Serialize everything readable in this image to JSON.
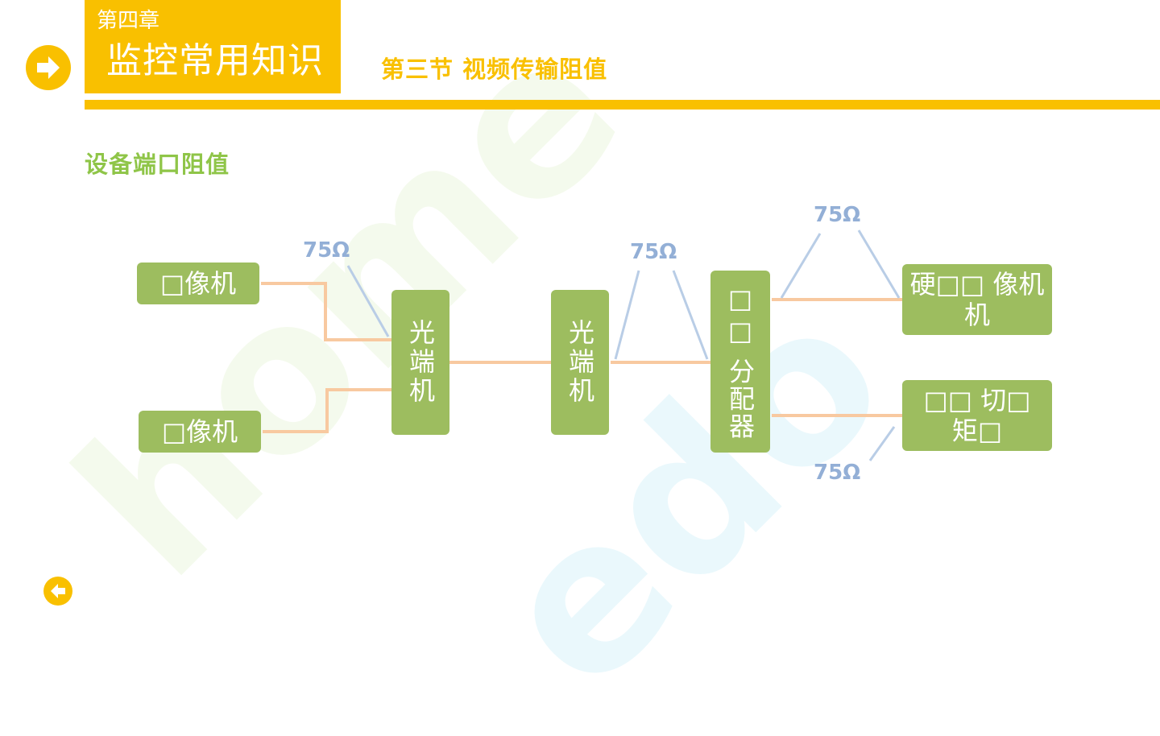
{
  "header": {
    "chapter_label": "第四章",
    "chapter_title": "监控常用知识",
    "section_title": "第三节  视频传输阻值"
  },
  "subtitle": "设备端口阻值",
  "diagram": {
    "nodes": {
      "camera_top": "□像机",
      "camera_bottom": "□像机",
      "optical_transceiver_1": "光端机",
      "optical_transceiver_2": "光端机",
      "distributor": "□□ 分配器",
      "hdd_recorder": "硬□□ 像机机",
      "matrix_switcher": "□□ 切□ 矩□"
    },
    "impedance_labels": {
      "top_left": "75Ω",
      "middle": "75Ω",
      "top_right": "75Ω",
      "bottom_right": "75Ω"
    }
  },
  "colors": {
    "accent": "#f9c000",
    "node_fill": "#9dbd5f",
    "subtitle": "#8fc548",
    "wire": "#f8c9a0",
    "pointer": "#b9cde6",
    "ohm_text": "#93afd6"
  },
  "icons": {
    "next": "arrow-right-circle-icon",
    "prev": "arrow-left-circle-icon"
  }
}
